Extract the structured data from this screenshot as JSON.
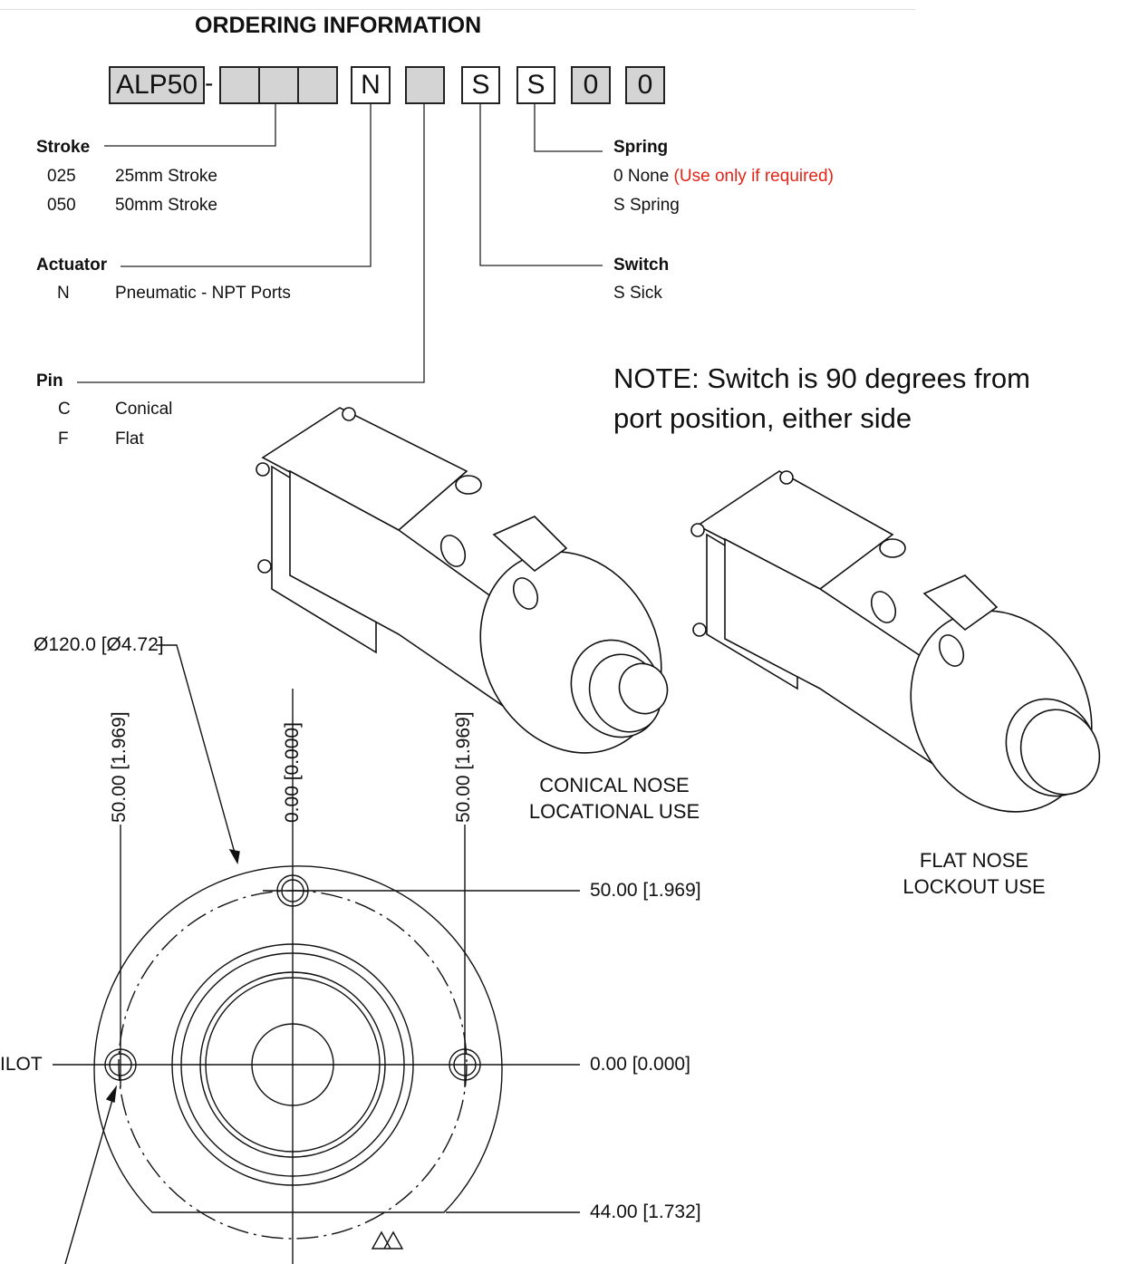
{
  "title": "ORDERING INFORMATION",
  "part_number": {
    "prefix": "ALP50",
    "separator": "-",
    "actuator": "N",
    "pin": "",
    "switch": "S",
    "spring": "S",
    "digit1": "0",
    "digit2": "0"
  },
  "stroke": {
    "label": "Stroke",
    "options": [
      {
        "code": "025",
        "desc": "25mm Stroke"
      },
      {
        "code": "050",
        "desc": "50mm Stroke"
      }
    ]
  },
  "actuator": {
    "label": "Actuator",
    "options": [
      {
        "code": "N",
        "desc": "Pneumatic - NPT Ports"
      }
    ]
  },
  "pin": {
    "label": "Pin",
    "options": [
      {
        "code": "C",
        "desc": "Conical"
      },
      {
        "code": "F",
        "desc": "Flat"
      }
    ]
  },
  "spring": {
    "label": "Spring",
    "options": [
      {
        "text": "0 None ",
        "note": "(Use only if required)"
      },
      {
        "text": "S Spring"
      }
    ]
  },
  "switch": {
    "label": "Switch",
    "options": [
      {
        "text": "S Sick"
      }
    ]
  },
  "note": {
    "line1": "NOTE: Switch is 90 degrees from",
    "line2": "port position, either side"
  },
  "captions": {
    "conical_1": "CONICAL NOSE",
    "conical_2": "LOCATIONAL USE",
    "flat_1": "FLAT NOSE",
    "flat_2": "LOCKOUT USE"
  },
  "dimensions": {
    "diameter": "Ø120.0 [Ø4.72]",
    "left_vertical": "50.00 [1.969]",
    "center_vertical": "0.00 [0.000]",
    "right_vertical": "50.00 [1.969]",
    "right_top": "50.00 [1.969]",
    "right_mid": "0.00 [0.000]",
    "right_bottom": "44.00 [1.732]",
    "pilot": "ILOT"
  },
  "colors": {
    "note_red": "#e32417",
    "box_gray": "#d4d4d4"
  }
}
